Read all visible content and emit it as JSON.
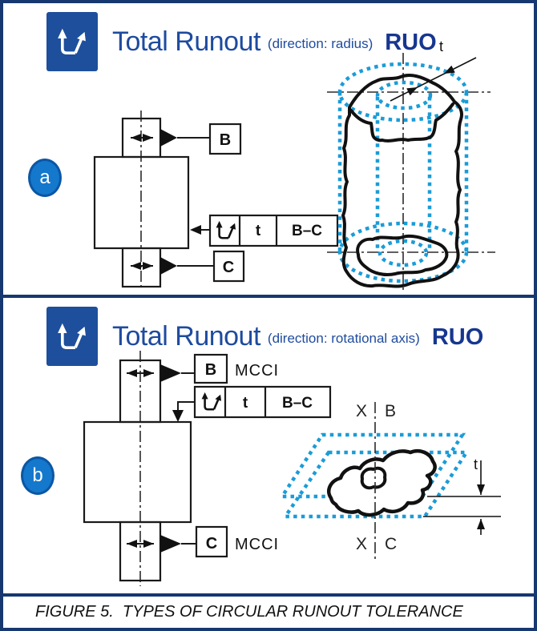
{
  "colors": {
    "frame_border": "#16376f",
    "header_blue": "#1e4b9f",
    "code_blue": "#16368f",
    "icon_bg": "#1d4f9c",
    "tolerance_zone_blue": "#1a9cd8",
    "badge_fill": "#1478cd",
    "badge_ring": "#0b57a4",
    "drawing_black": "#111111"
  },
  "caption": "FIGURE 5.  TYPES OF CIRCULAR RUNOUT TOLERANCE",
  "panels": {
    "a": {
      "badge": "a",
      "header_icon": "total-runout-symbol",
      "title": "Total Runout",
      "subtitle": "(direction: radius)",
      "code": "RUO",
      "drawing": {
        "datum_top": "B",
        "datum_bottom": "C",
        "fcf_tolerance": "t",
        "fcf_datum_ref": "B–C",
        "zone_width_label": "t"
      }
    },
    "b": {
      "badge": "b",
      "header_icon": "total-runout-symbol",
      "title": "Total Runout",
      "subtitle": "(direction: rotational axis)",
      "code": "RUO",
      "drawing": {
        "datum_top": "B",
        "datum_top_note": "MCCI",
        "datum_bottom": "C",
        "datum_bottom_note": "MCCI",
        "fcf_tolerance": "t",
        "fcf_datum_ref": "B–C",
        "axis_top_left": "X",
        "axis_top_right": "B",
        "axis_bottom_left": "X",
        "axis_bottom_right": "C",
        "zone_width_label": "t"
      }
    }
  }
}
